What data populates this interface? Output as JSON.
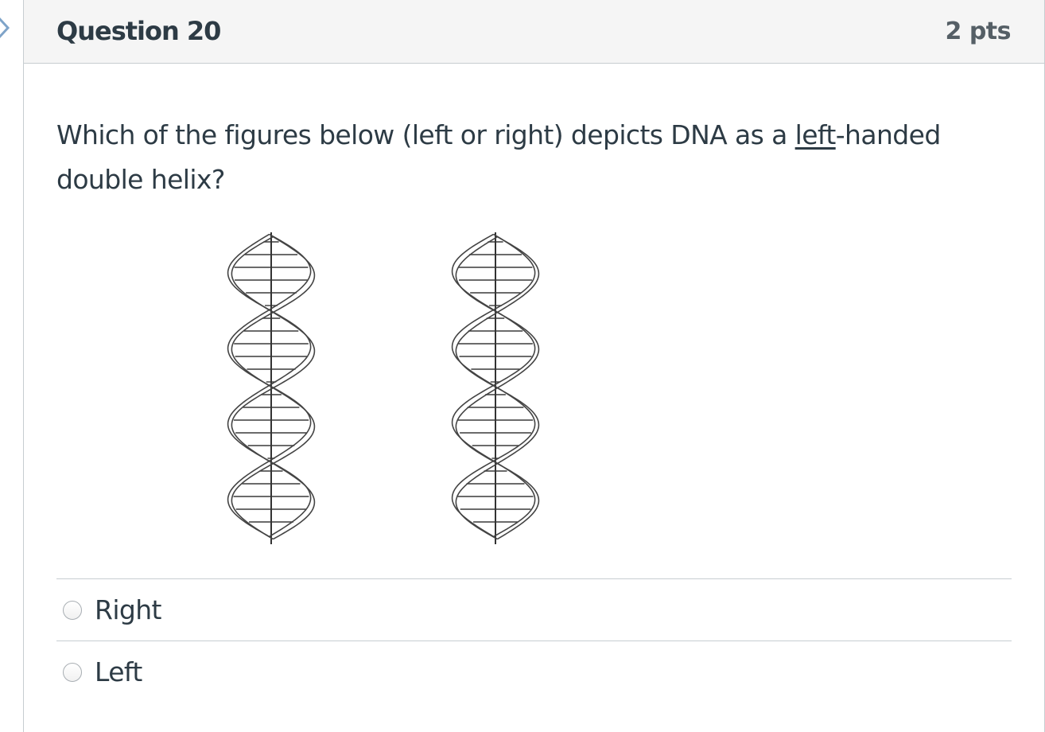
{
  "question": {
    "title": "Question 20",
    "points": "2 pts",
    "text_before": "Which of the figures below (left or right) depicts DNA as a ",
    "text_underlined": "left",
    "text_after": "-handed double helix?"
  },
  "figures": [
    {
      "name": "left-helix",
      "handedness": "left"
    },
    {
      "name": "right-helix",
      "handedness": "right"
    }
  ],
  "answers": [
    {
      "label": "Right",
      "selected": false
    },
    {
      "label": "Left",
      "selected": false
    }
  ],
  "icons": {
    "nav": "chevron-right-icon"
  },
  "colors": {
    "header_bg": "#f5f5f5",
    "border": "#c7cdd1",
    "text": "#2d3b45",
    "nav_arrow": "#7fa4c9"
  }
}
